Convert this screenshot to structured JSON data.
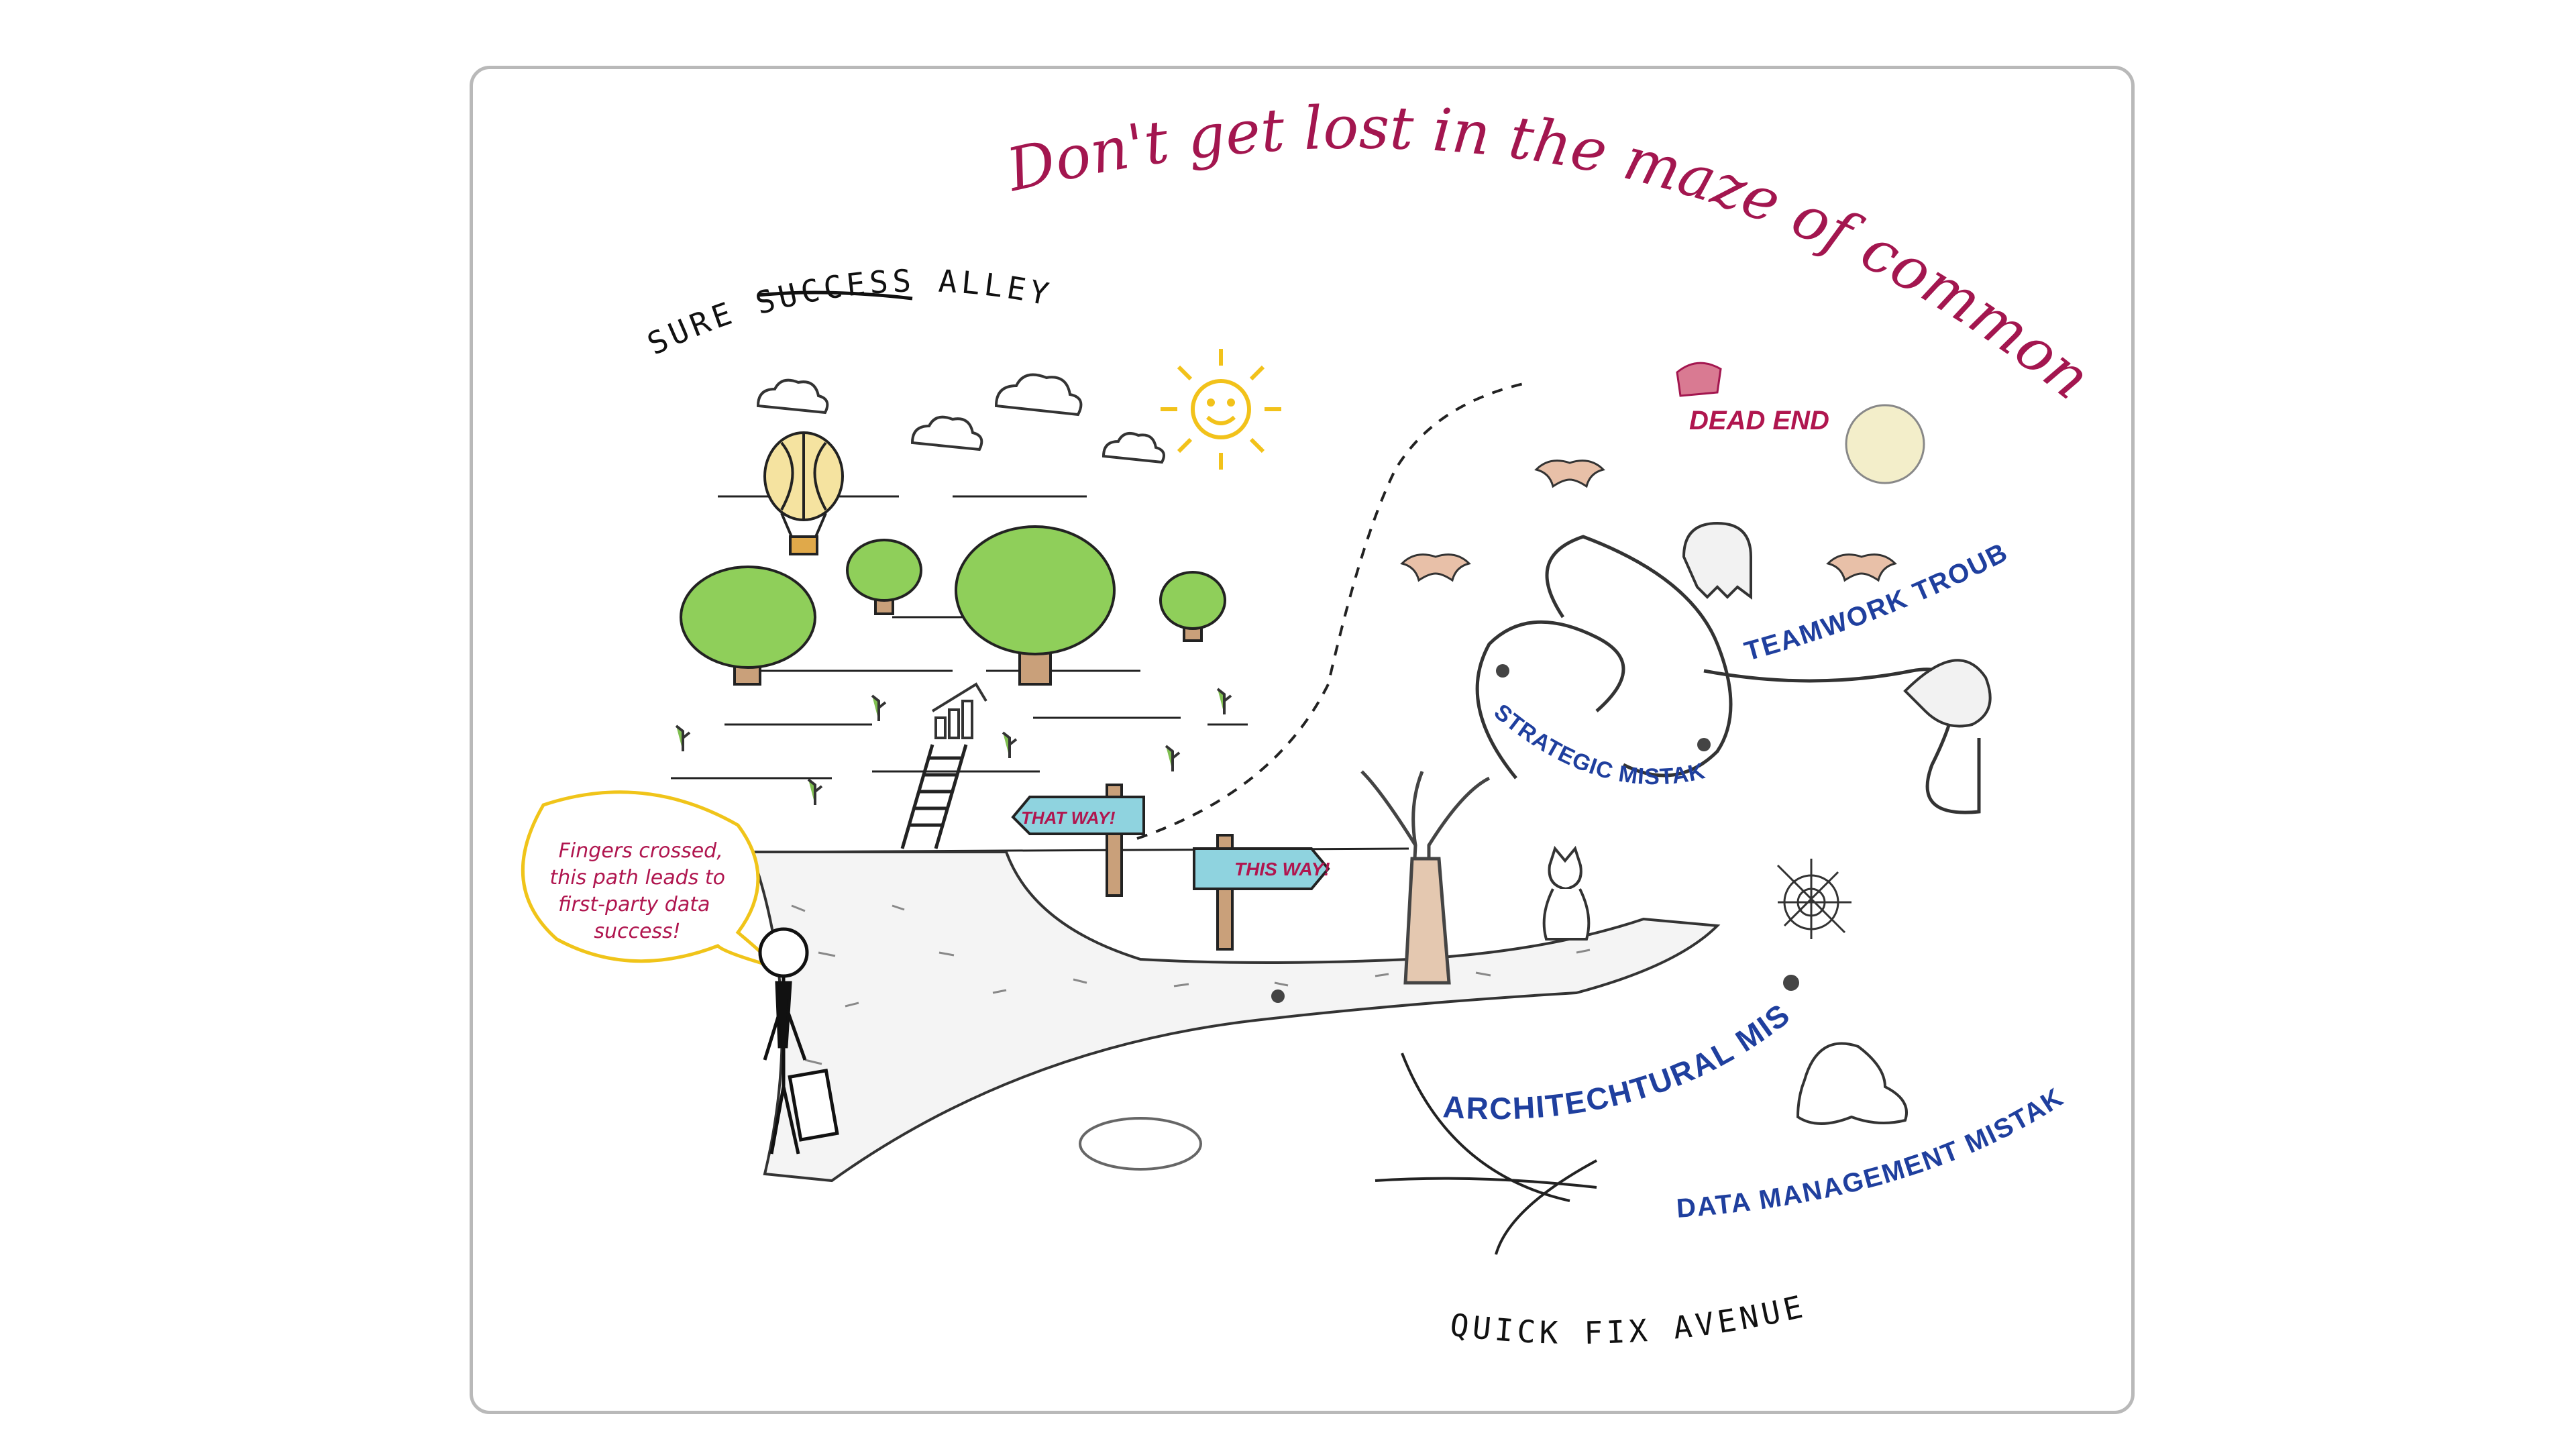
{
  "title": "Don't get lost in the maze of common mistakes!",
  "paths": {
    "sure_success": "SURE SUCCESS ALLEY",
    "quick_fix": "QUICK FIX AVENUE"
  },
  "signs": {
    "that_way": "THAT WAY!",
    "this_way": "THIS WAY!",
    "dead_end": "DEAD END"
  },
  "speech_bubble": [
    "Fingers crossed,",
    "this path leads to",
    "first-party data",
    "success!"
  ],
  "mistakes": {
    "teamwork": "TEAMWORK TROUBLES",
    "strategic": "STRATEGIC MISTAKES",
    "architectural": "ARCHITECHTURAL MISTAKES",
    "data_management": "DATA MANAGEMENT MISTAKES"
  },
  "colors": {
    "title": "#a3164f",
    "mistakes": "#1f3f9e",
    "frame": "#b9b9b9",
    "sun": "#f2c21a",
    "tree_leaves": "#8fcf5a",
    "sign_board": "#8fd3df",
    "bubble_border": "#f0c419"
  },
  "icons": [
    "hot-air-balloon-icon",
    "sun-icon",
    "cloud-icon",
    "tree-icon",
    "ladder-icon",
    "stick-figure-icon",
    "bat-icon",
    "ghost-icon",
    "moon-icon",
    "spider-web-icon",
    "spider-icon",
    "cat-icon",
    "dead-tree-icon"
  ]
}
